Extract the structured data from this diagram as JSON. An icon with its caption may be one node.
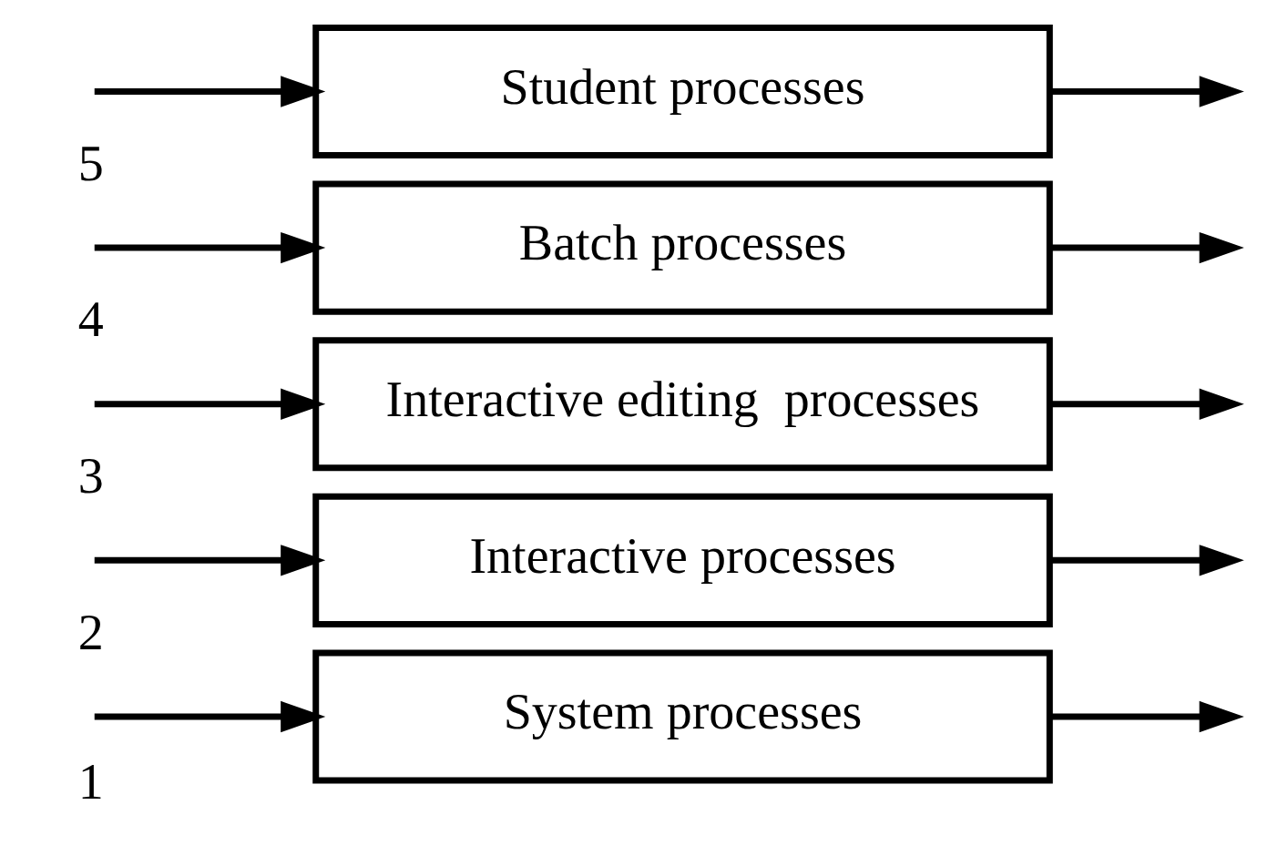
{
  "diagram": {
    "nodes": [
      {
        "text": [
          "System processes"
        ]
      },
      {
        "text": [
          "Interactive processes"
        ]
      },
      {
        "text": [
          "Interactive editing  processes"
        ]
      },
      {
        "text": [
          "Batch processes"
        ]
      },
      {
        "text": [
          "Student processes"
        ]
      }
    ],
    "edges": [
      {
        "from": null,
        "to": 0,
        "arrow": "to"
      },
      {
        "from": 0,
        "to": null,
        "arrow": "to"
      },
      {
        "from": null,
        "to": 1,
        "arrow": "to"
      },
      {
        "from": 1,
        "to": null,
        "arrow": "to"
      },
      {
        "from": null,
        "to": 2,
        "arrow": "to"
      },
      {
        "from": 2,
        "to": null,
        "arrow": "to"
      },
      {
        "from": null,
        "to": 3,
        "arrow": "to"
      },
      {
        "from": 3,
        "to": null,
        "arrow": "to"
      },
      {
        "from": null,
        "to": 4,
        "arrow": "to"
      },
      {
        "from": 4,
        "to": null,
        "arrow": "to"
      }
    ],
    "labels": [
      "1",
      "2",
      "3",
      "4",
      "5"
    ]
  }
}
